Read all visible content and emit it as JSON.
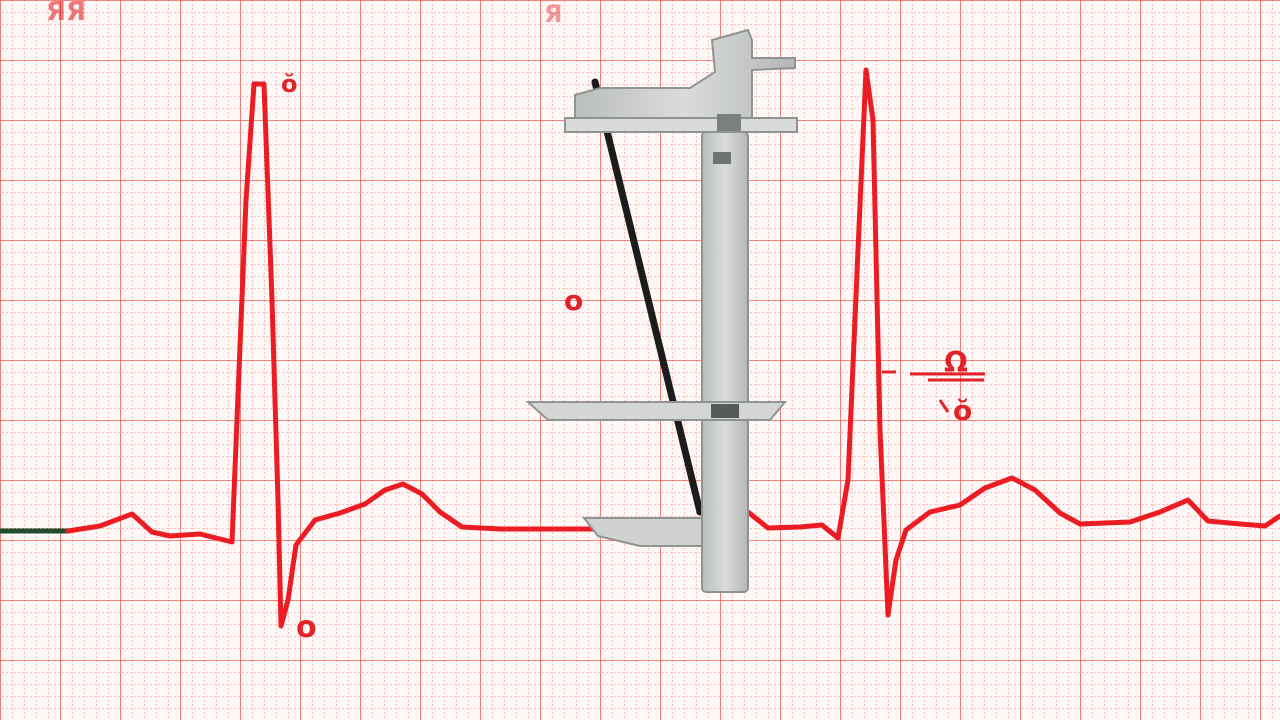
{
  "illustration": {
    "subject": "ecg-strip-with-caliper",
    "colors": {
      "paper": "#fff8f6",
      "grid_minor": "#f08a84",
      "grid_major": "#eb5f58",
      "trace": "#ec1c24",
      "baseline_lead": "#1f4d2e",
      "caliper_body": "#c9cccb",
      "caliper_edge": "#8f9493",
      "caliper_rod": "#1c1c1c"
    },
    "annotations": {
      "top_left": "ЯЯ",
      "top_mid": "Я",
      "r_peak_mark": "ŏ",
      "mid_mark": "o",
      "s_wave_mark": "o",
      "right_mark_top": "Ω",
      "right_mark_bottom": "ŏ"
    }
  }
}
